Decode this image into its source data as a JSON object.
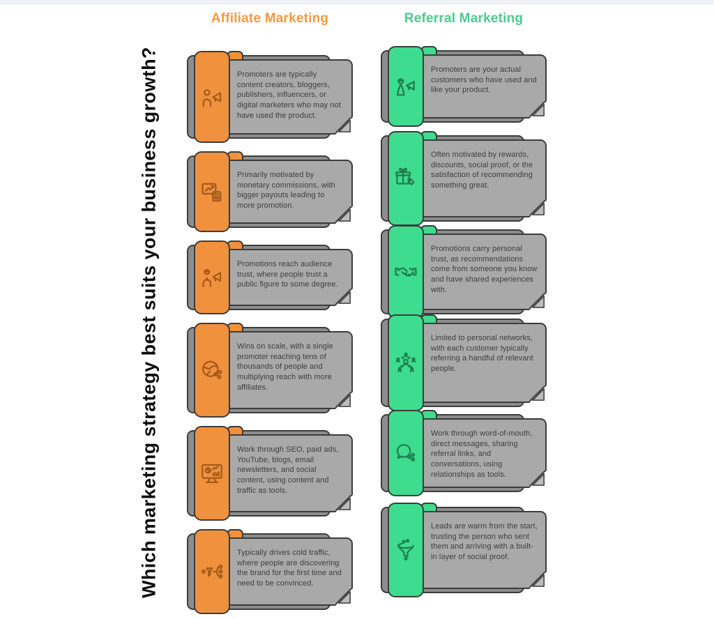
{
  "title": "Which marketing strategy best suits your business growth?",
  "headers": {
    "affiliate": "Affiliate Marketing",
    "referral": "Referral Marketing"
  },
  "colors": {
    "affiliate_accent": "#F0913E",
    "affiliate_ink": "#A45A1A",
    "referral_accent": "#3EDC8E",
    "referral_ink": "#1E7C4C",
    "card_bg": "#A9A9A9",
    "card_shadow": "#8D8D8D",
    "outline": "#3C3C3C",
    "text": "#3E3E3E",
    "affiliate_header": "#F8993F",
    "referral_header": "#4CCB8E",
    "title_ink": "#0D0D0D"
  },
  "affiliate": {
    "cards": [
      {
        "icon": "person-megaphone-icon",
        "text": "Promoters are typically content creators, bloggers, publishers, influencers, or digital marketers who may not have used the product."
      },
      {
        "icon": "chart-calculator-icon",
        "text": "Primarily motivated by monetary commissions, with bigger payouts leading to more promotion."
      },
      {
        "icon": "person-announce-icon",
        "text": "Promotions reach audience trust, where people trust a public figure to some degree."
      },
      {
        "icon": "globe-network-icon",
        "text": "Wins on scale, with a single promoter reaching tens of thousands of people and multiplying reach with more affiliates."
      },
      {
        "icon": "monitor-analytics-icon",
        "text": "Work through SEO, paid ads, YouTube, blogs, email newsletters, and social content, using content and traffic as tools."
      },
      {
        "icon": "funnel-branch-icon",
        "text": "Typically drives cold traffic, where people are discovering the brand for the first time and need to be convinced."
      }
    ]
  },
  "referral": {
    "cards": [
      {
        "icon": "customer-megaphone-icon",
        "text": "Promoters are your actual customers who have used and like your product."
      },
      {
        "icon": "gift-tag-icon",
        "text": "Often motivated by rewards, discounts, social proof, or the satisfaction of recommending something great."
      },
      {
        "icon": "handshake-icon",
        "text": "Promotions carry personal trust, as recommendations come from someone you know and have shared experiences with."
      },
      {
        "icon": "people-network-icon",
        "text": "Limited to personal networks, with each customer typically referring a handful of relevant people."
      },
      {
        "icon": "chat-share-icon",
        "text": "Work through word-of-mouth, direct messages, sharing referral links, and conversations, using relationships as tools."
      },
      {
        "icon": "leads-funnel-icon",
        "text": "Leads are warm from the start, trusting the person who sent them and arriving with a built-in layer of social proof."
      }
    ]
  }
}
